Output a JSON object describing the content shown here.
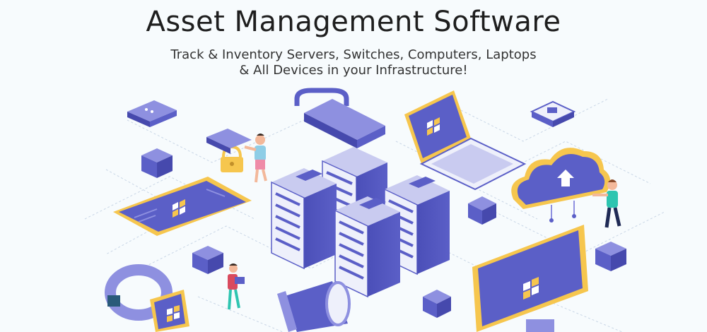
{
  "header": {
    "title": "Asset Management Software",
    "subtitle_line1": "Track & Inventory Servers, Switches, Computers, Laptops",
    "subtitle_line2": "& All Devices in your Infrastructure!"
  },
  "colors": {
    "primary": "#5b5fc7",
    "primary_light": "#8e90e0",
    "accent": "#f6c64e",
    "background": "#f7fbfd"
  },
  "icons": [
    "server-rack-icon",
    "laptop-icon",
    "tablet-icon",
    "cloud-upload-icon",
    "monitor-icon",
    "padlock-icon",
    "megaphone-icon",
    "smartwatch-icon",
    "person-icon",
    "box-icon"
  ]
}
